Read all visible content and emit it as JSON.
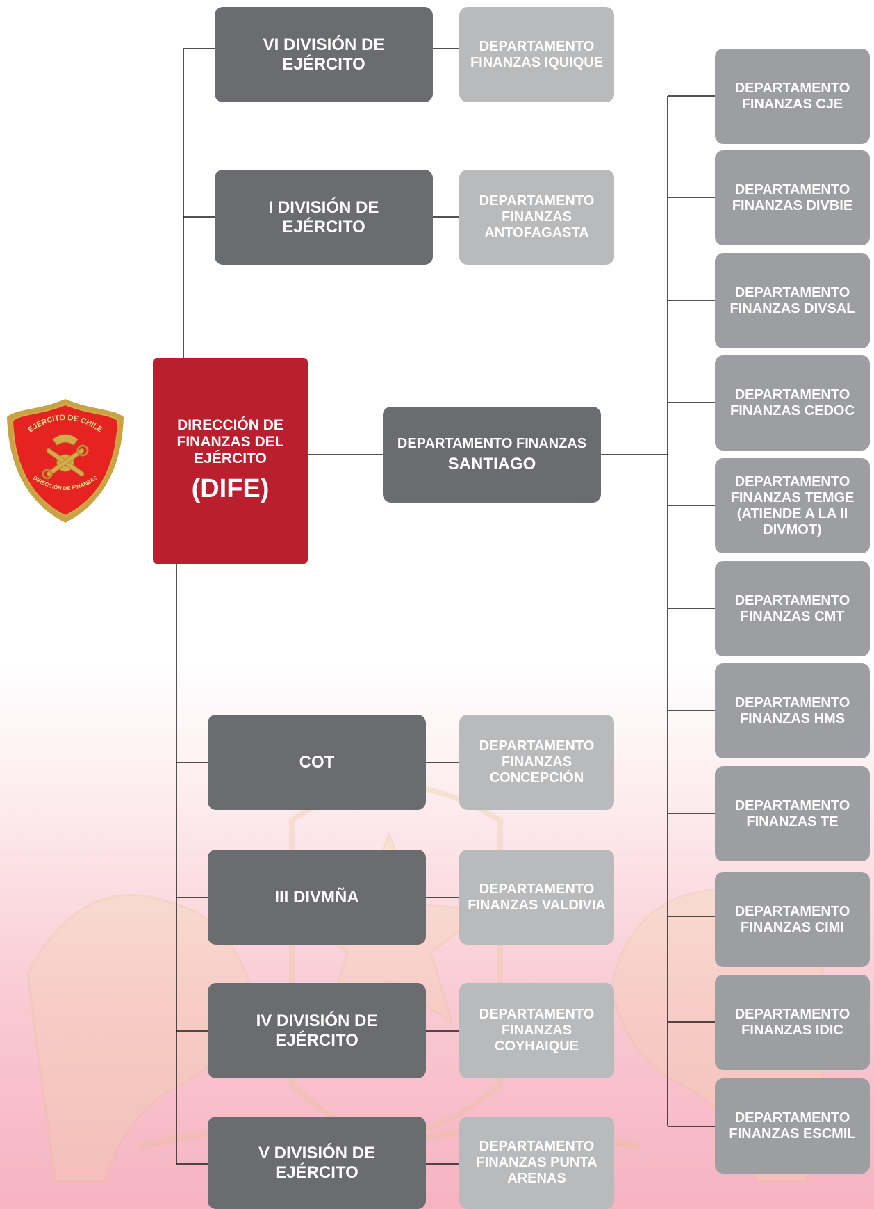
{
  "colors": {
    "main_box": "#bb1f2e",
    "division_box": "#6b6c70",
    "department_box": "#b9babc",
    "santiago_sub_box": "#9d9ea1",
    "connector": "#1a1a1a"
  },
  "logo": {
    "icon": "shield-emblem-icon",
    "top_text": "EJÉRCITO DE CHILE",
    "bottom_text": "DIRECCIÓN DE FINANZAS"
  },
  "main": {
    "title": "DIRECCIÓN DE FINANZAS DEL EJÉRCITO",
    "abbr": "(DIFE)"
  },
  "santiago": {
    "line1": "DEPARTAMENTO FINANZAS",
    "line2": "SANTIAGO"
  },
  "divisions": [
    {
      "name": "VI DIVISIÓN DE EJÉRCITO",
      "department": "DEPARTAMENTO FINANZAS IQUIQUE"
    },
    {
      "name": "I DIVISIÓN DE EJÉRCITO",
      "department": "DEPARTAMENTO FINANZAS ANTOFAGASTA"
    },
    {
      "name": "COT",
      "department": "DEPARTAMENTO FINANZAS CONCEPCIÓN"
    },
    {
      "name": "III DIVMÑA",
      "department": "DEPARTAMENTO FINANZAS VALDIVIA"
    },
    {
      "name": "IV DIVISIÓN DE EJÉRCITO",
      "department": "DEPARTAMENTO FINANZAS COYHAIQUE"
    },
    {
      "name": "V DIVISIÓN DE EJÉRCITO",
      "department": "DEPARTAMENTO FINANZAS PUNTA ARENAS"
    }
  ],
  "santiago_departments": [
    "DEPARTAMENTO FINANZAS CJE",
    "DEPARTAMENTO FINANZAS DIVBIE",
    "DEPARTAMENTO FINANZAS DIVSAL",
    "DEPARTAMENTO FINANZAS CEDOC",
    "DEPARTAMENTO FINANZAS TEMGE (ATIENDE A LA II DIVMOT)",
    "DEPARTAMENTO FINANZAS CMT",
    "DEPARTAMENTO FINANZAS HMS",
    "DEPARTAMENTO FINANZAS TE",
    "DEPARTAMENTO FINANZAS CIMI",
    "DEPARTAMENTO FINANZAS IDIC",
    "DEPARTAMENTO FINANZAS ESCMIL"
  ]
}
